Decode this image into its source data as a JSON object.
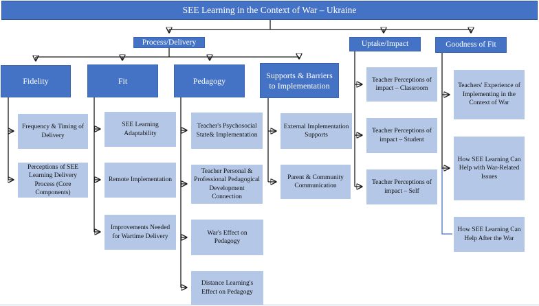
{
  "title": "SEE Learning in the Context of War – Ukraine",
  "colors": {
    "header_fill": "#4472C4",
    "leaf_fill": "#B4C7E7",
    "connector": "#1a1a1a",
    "blue_connector": "#4472C4"
  },
  "level2": {
    "process_delivery": "Process/Delivery",
    "uptake_impact": "Uptake/Impact",
    "goodness_of_fit": "Goodness of Fit"
  },
  "columns": {
    "fidelity": {
      "title": "Fidelity",
      "children": [
        "Frequency & Timing of Delivery",
        "Perceptions of SEE Learning Delivery Process (Core Components)"
      ]
    },
    "fit": {
      "title": "Fit",
      "children": [
        "SEE Learning Adaptability",
        "Remote Implementation",
        "Improvements Needed for Wartime Delivery"
      ]
    },
    "pedagogy": {
      "title": "Pedagogy",
      "children": [
        "Teacher's Psychosocial State& Implementation",
        "Teacher Personal & Professional Pedagogical Development Connection",
        "War's Effect on Pedagogy",
        "Distance Learning's Effect on Pedagogy"
      ]
    },
    "supports": {
      "title": "Supports & Barriers to Implementation",
      "children": [
        "External Implementation Supports",
        "Parent & Community Communication"
      ]
    },
    "uptake": {
      "children": [
        "Teacher Perceptions of impact – Classroom",
        "Teacher Perceptions of impact – Student",
        "Teacher Perceptions of impact – Self"
      ]
    },
    "goodness": {
      "children": [
        "Teachers' Experience of Implementing in the Context of War",
        "How SEE Learning Can Help with War-Related Issues",
        "How SEE Learning Can Help After the War"
      ]
    }
  }
}
